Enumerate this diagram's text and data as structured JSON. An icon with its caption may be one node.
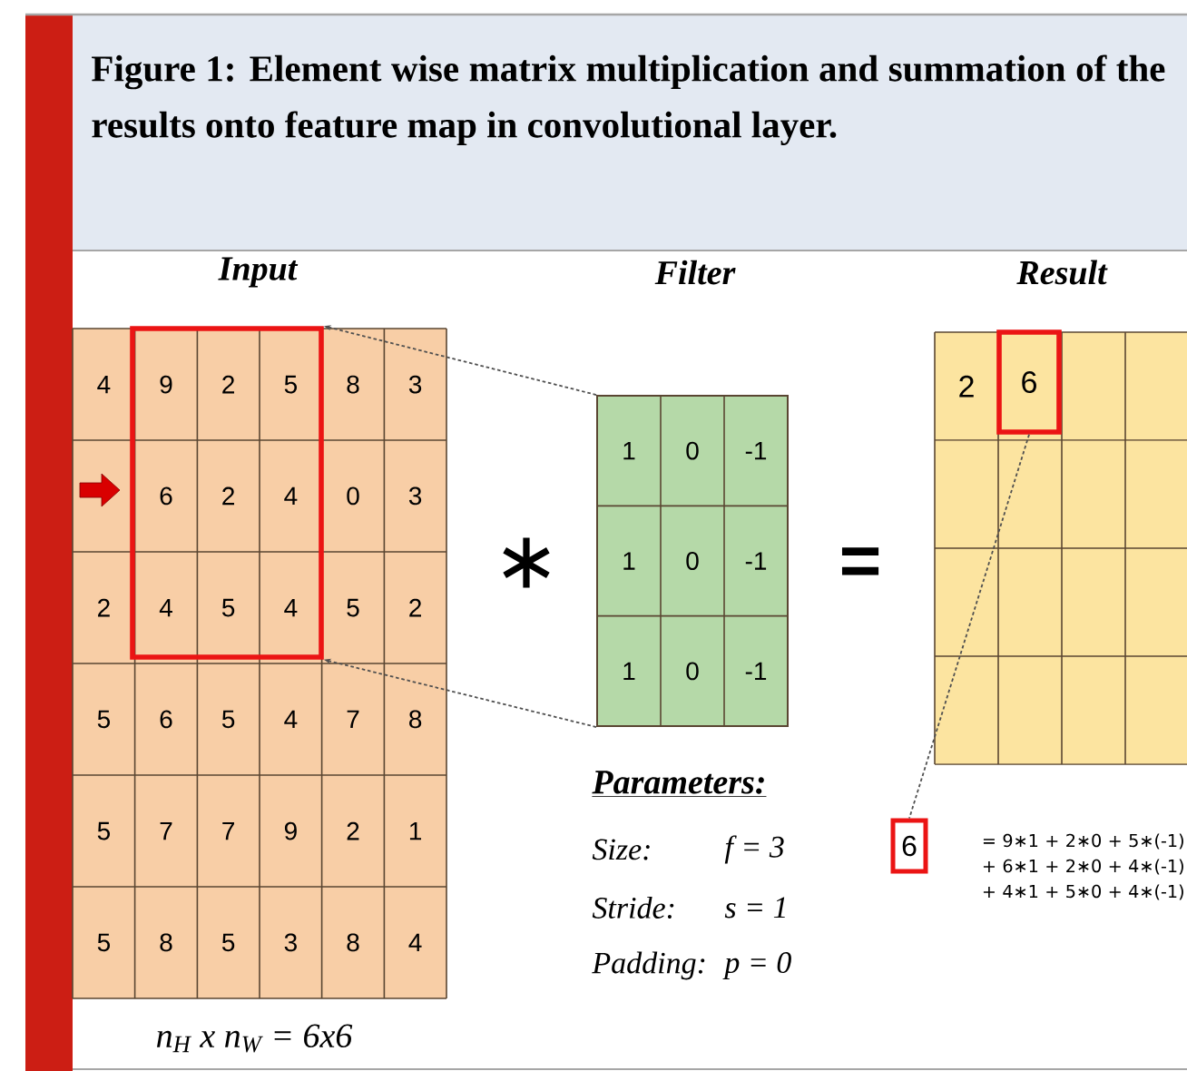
{
  "diagram": {
    "title": "Figure 1: Element wise matrix multiplication and summation of the results onto feature map in convolutional layer.",
    "nodes": [
      {
        "text": [],
        "shape": "box"
      },
      {
        "text": [],
        "shape": "box"
      },
      {
        "text": [
          "6"
        ]
      },
      {
        "text": [
          "6"
        ],
        "beside": [
          "= 9∗1 + 2∗0 + 5∗(-1) + 6∗1 + 2∗0 + 4∗(-1) + 4∗1 + 5∗0 + 4∗(-1)"
        ]
      }
    ],
    "edges": [
      {
        "from": 1,
        "to": 0,
        "arrow": "to",
        "style": "dashed"
      },
      {
        "from": 1,
        "to": 0,
        "arrow": "to",
        "style": "dashed"
      },
      {
        "from": 2,
        "to": 3,
        "arrow": "none",
        "style": "dashed"
      }
    ],
    "labels": [
      "Input",
      "Filter",
      "Result",
      "4",
      "9",
      "2",
      "5",
      "8",
      "3",
      "6",
      "2",
      "4",
      "0",
      "3",
      "2",
      "4",
      "5",
      "4",
      "5",
      "2",
      "5",
      "6",
      "5",
      "4",
      "7",
      "8",
      "5",
      "7",
      "7",
      "9",
      "2",
      "1",
      "5",
      "8",
      "5",
      "3",
      "8",
      "4",
      "∗",
      "1",
      "0",
      "-1",
      "1",
      "0",
      "-1",
      "1",
      "0",
      "-1",
      "=",
      "2",
      "Parameters:",
      "Size:",
      "f = 3",
      "Stride:",
      "s = 1",
      "Padding:",
      "p = 0",
      "n$_{H}$ x n$_{W}$ = 6x6"
    ]
  }
}
